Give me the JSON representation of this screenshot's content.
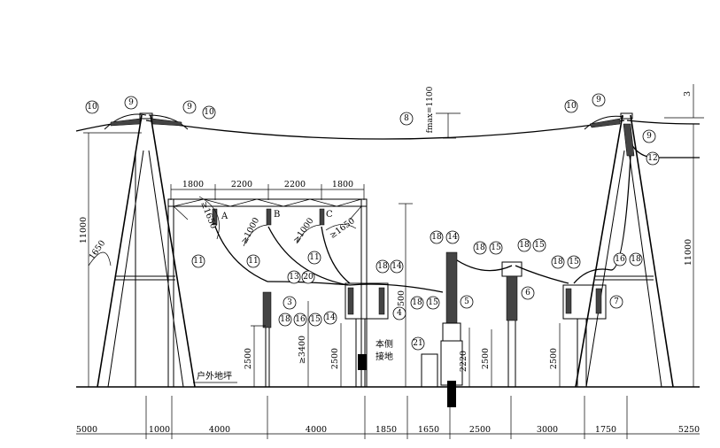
{
  "bottom_dims": [
    "5000",
    "1000",
    "4000",
    "4000",
    "1850",
    "1650",
    "2500",
    "3000",
    "1750",
    "5250"
  ],
  "top_dims": [
    "1800",
    "2200",
    "2200",
    "1800"
  ],
  "heights": {
    "tower_left": "11000",
    "tower_right": "11000",
    "pi1": "2500",
    "pi2": "2500",
    "pi3": "2220",
    "pi4": "2500",
    "pi5": "2500",
    "gantry": "7500",
    "clear_3400": "≥3400",
    "angle_1650": "1650"
  },
  "clearances": {
    "c1650a": "≥1650",
    "c1000a": "≥1000",
    "c1000b": "≥1000",
    "c1650b": "≥1650"
  },
  "sag": "fmax=1100",
  "phases": [
    "A",
    "B",
    "C"
  ],
  "text": {
    "ground": "户外地坪",
    "local_ground_1": "本侧",
    "local_ground_2": "接地",
    "corner_3": "3"
  },
  "tags": {
    "t1": "10",
    "t2": "9",
    "t3": "9",
    "t4": "10",
    "t5": "8",
    "t6": "10",
    "t7": "9",
    "t8": "9",
    "t9": "12",
    "t10": "11",
    "t11": "11",
    "t12": "11",
    "t13": "13",
    "t14": "20",
    "t15": "3",
    "t16": "18",
    "t17": "16",
    "t18": "15",
    "t19": "18",
    "t20": "14",
    "t21": "14",
    "t22": "4",
    "t23": "18",
    "t24": "15",
    "t25": "18",
    "t26": "14",
    "t27": "5",
    "t28": "21",
    "t29": "18",
    "t30": "15",
    "t31": "18",
    "t32": "15",
    "t33": "6",
    "t34": "18",
    "t35": "15",
    "t36": "16",
    "t37": "18",
    "t38": "7"
  }
}
